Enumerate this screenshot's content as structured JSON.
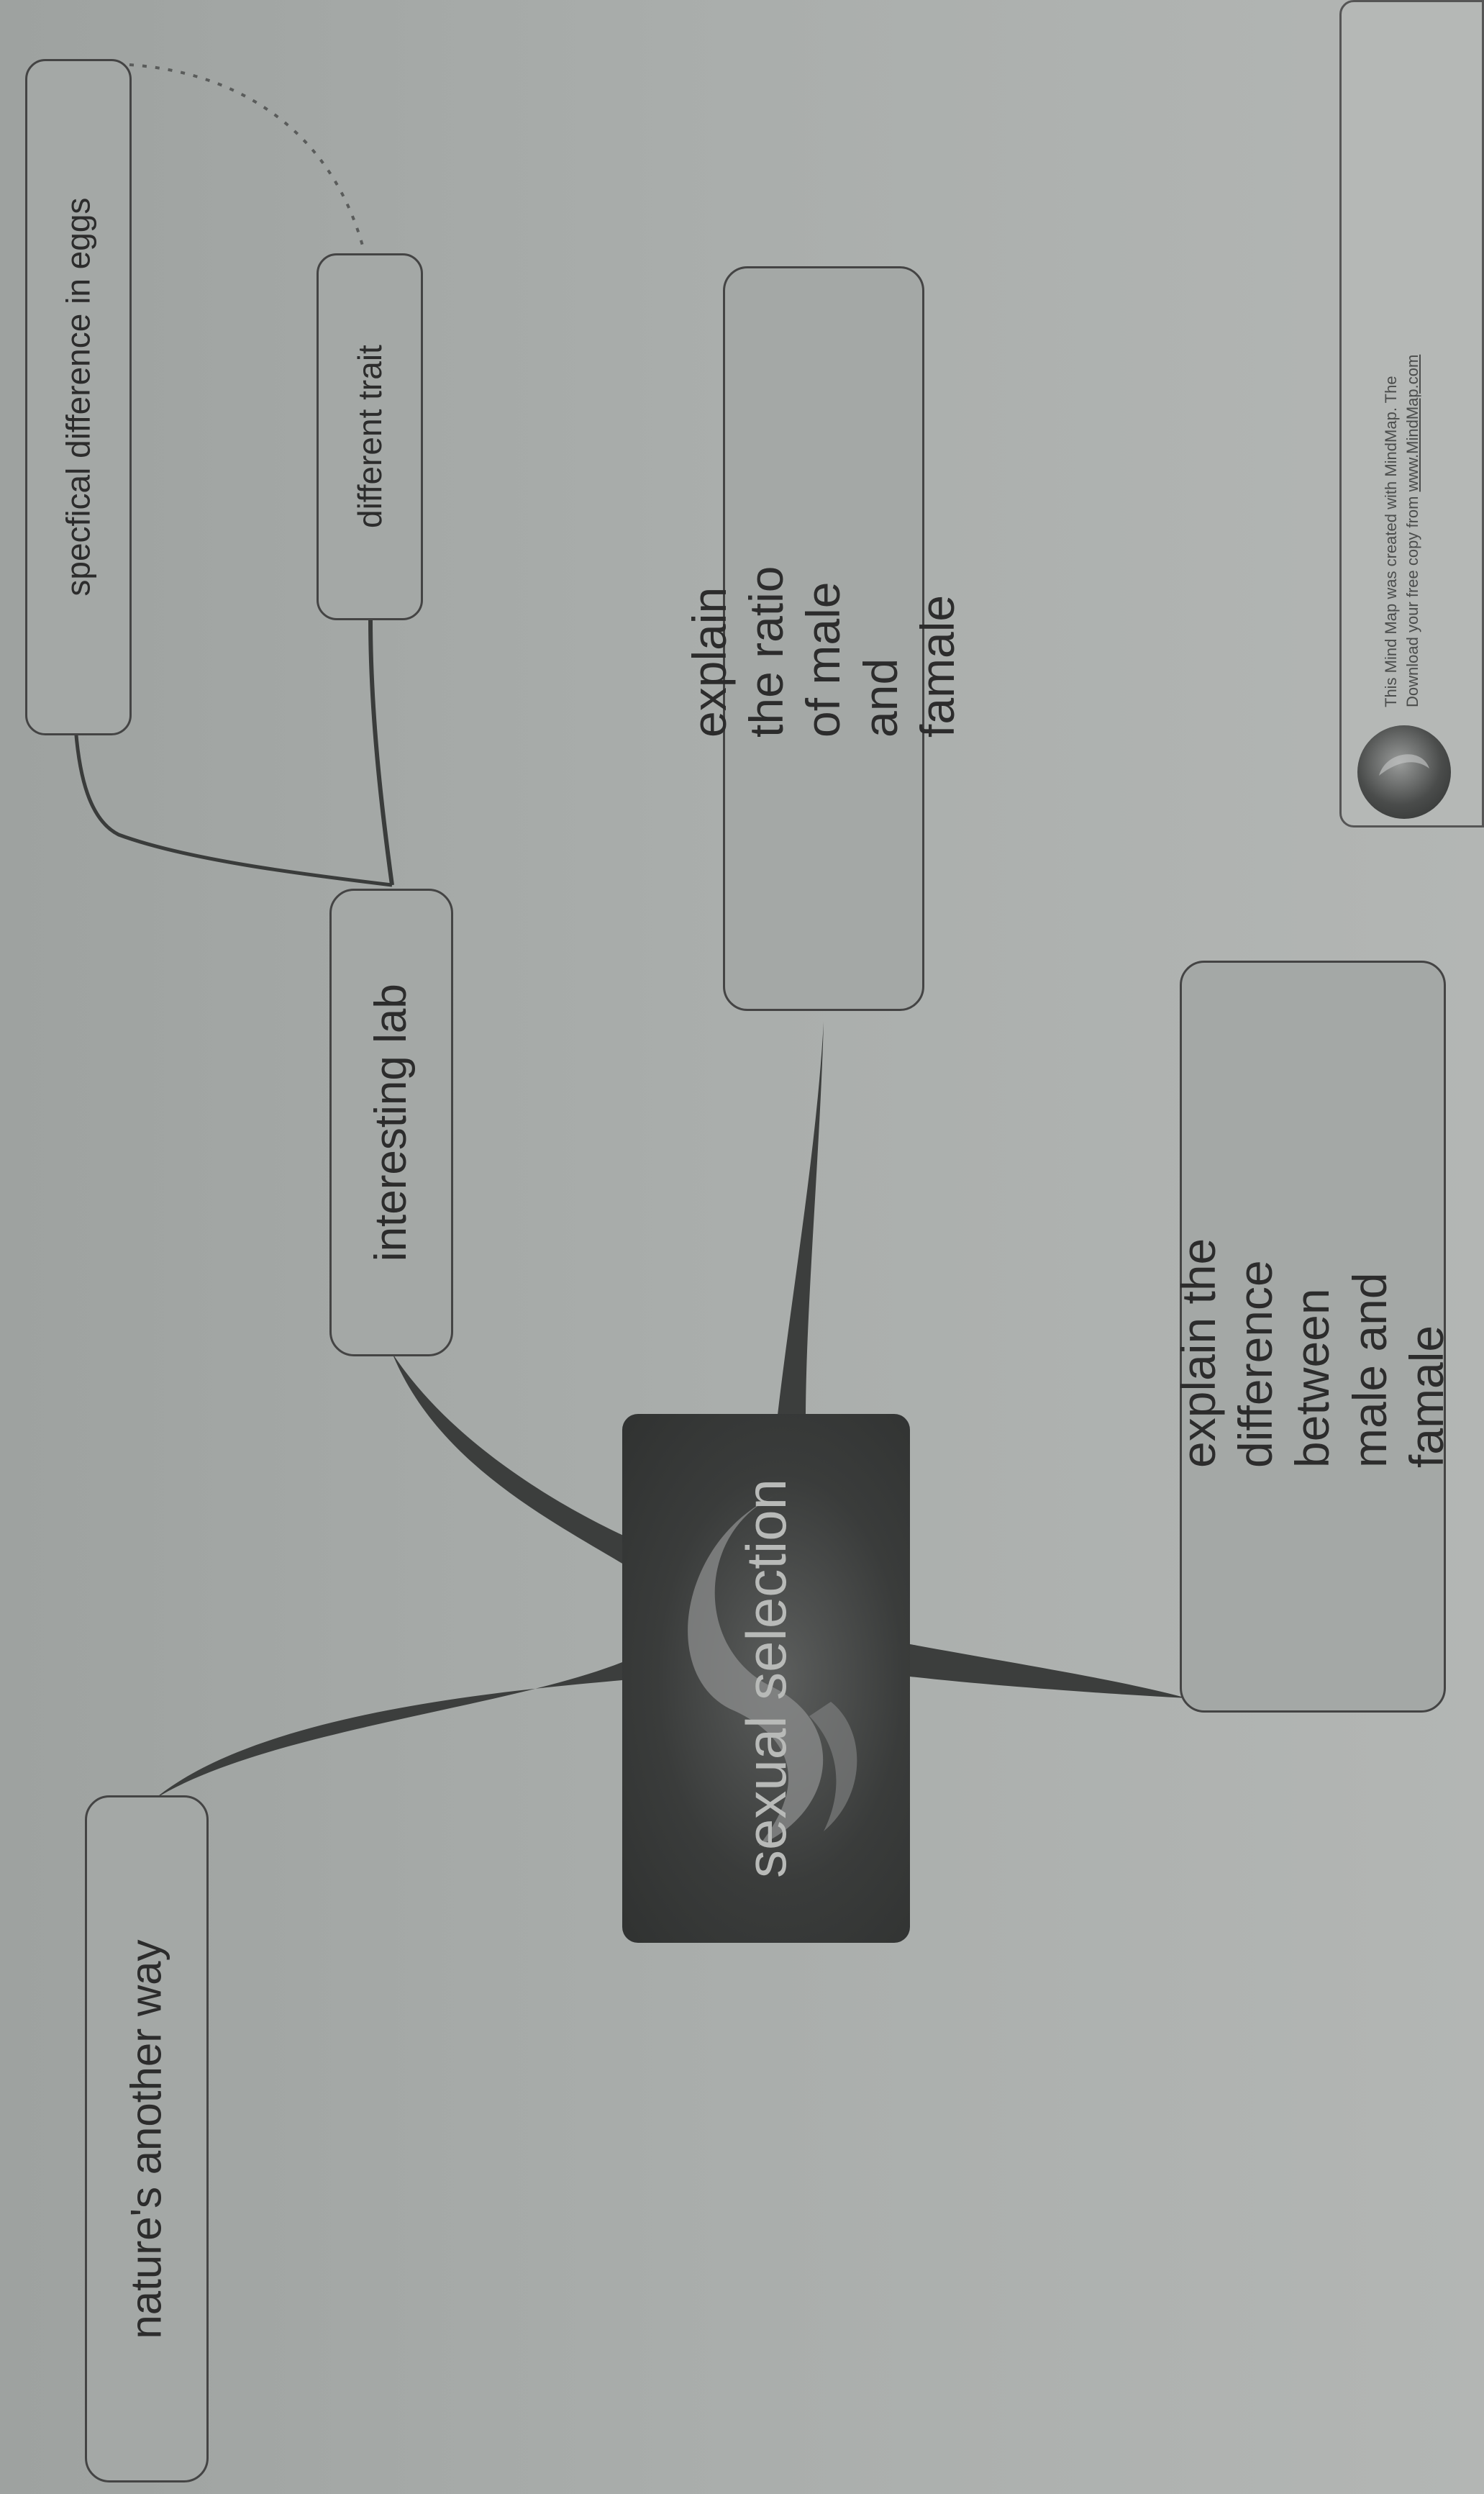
{
  "mindmap": {
    "central": "sexual selection",
    "branches": [
      {
        "label": "nature's another way"
      },
      {
        "label": "interesting lab",
        "children": [
          {
            "label": "specfical difference in eggs"
          },
          {
            "label": "different trait"
          }
        ]
      },
      {
        "label": "explain the ratio of male\nand famale"
      },
      {
        "label": "explain the difference\nbetween male and\nfamale"
      }
    ]
  },
  "footer": {
    "line1": "This Mind Map was created with MindMap. The",
    "line2_prefix": "Download your free copy from",
    "line2_link": "www.MindMap.com"
  }
}
